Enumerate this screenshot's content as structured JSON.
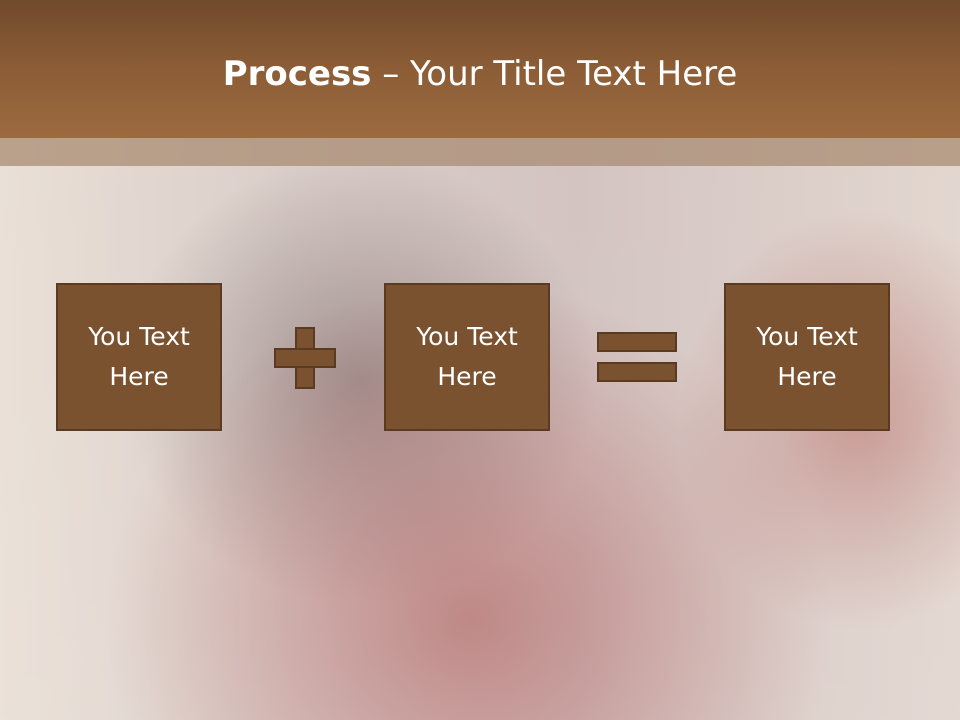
{
  "slide": {
    "title_bold": "Process",
    "title_rest": " – Your Title Text Here",
    "boxes": [
      {
        "line1": "You Text",
        "line2": "Here"
      },
      {
        "line1": "You Text",
        "line2": "Here"
      },
      {
        "line1": "You Text",
        "line2": "Here"
      }
    ],
    "operators": [
      "plus-icon",
      "equals-icon"
    ],
    "colors": {
      "header": "#8c5d36",
      "box_fill": "#7a5230",
      "box_border": "#5a3a20",
      "text": "#ffffff"
    }
  }
}
